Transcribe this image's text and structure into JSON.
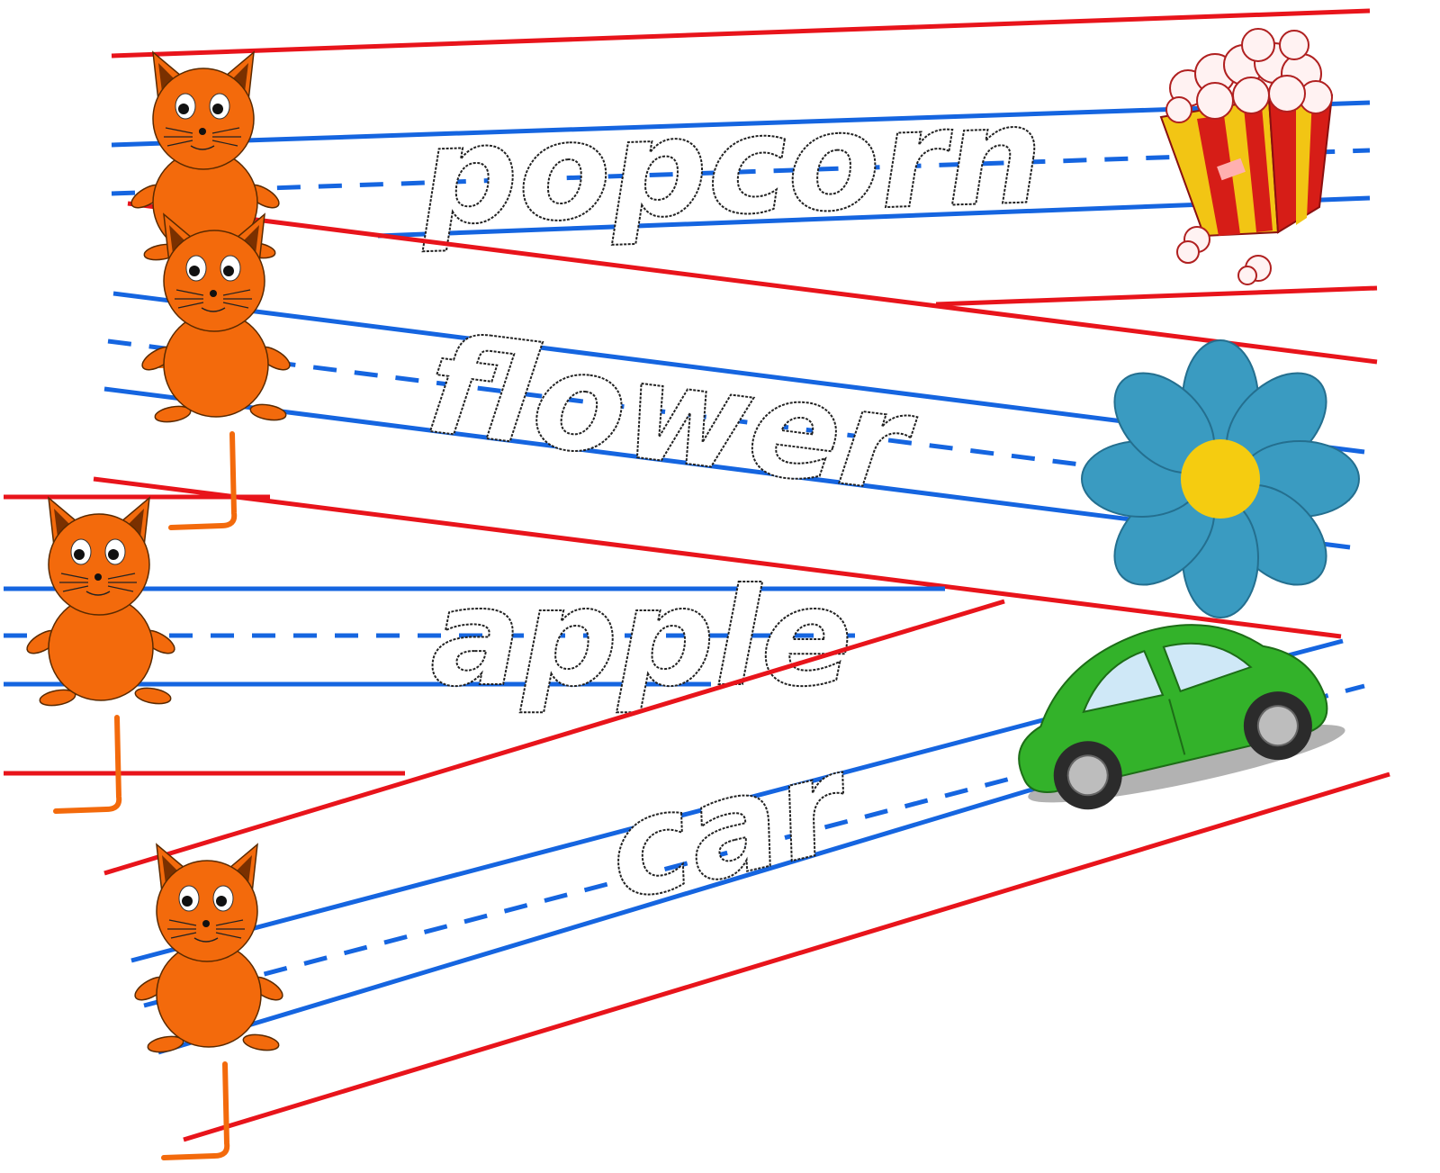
{
  "words": [
    "popcorn",
    "flower",
    "apple",
    "car"
  ],
  "colors": {
    "top_bottom_line": "#e8141b",
    "mid_lines": "#1565e0",
    "cat": "#f36a0c",
    "flower_petals": "#3a9bc1",
    "flower_center": "#f5cc10",
    "car_body": "#33b22a"
  },
  "pictures": [
    "cat-icon",
    "popcorn-icon",
    "flower-icon",
    "car-icon"
  ]
}
